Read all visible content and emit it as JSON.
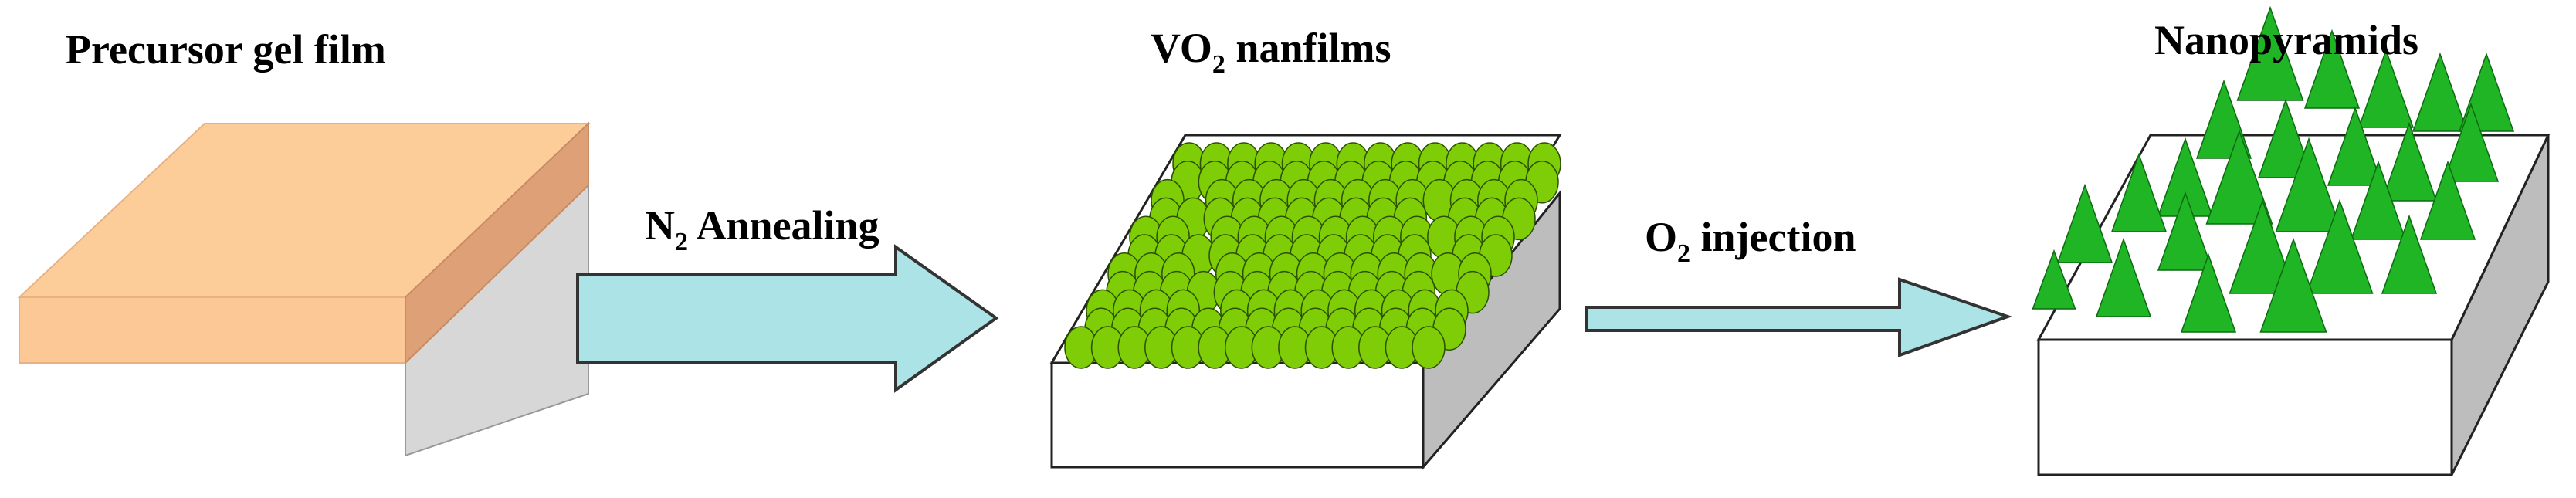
{
  "diagram": {
    "steps": [
      {
        "label": "Precursor gel film"
      },
      {
        "label_main": "VO",
        "label_sub": "2",
        "label_rest": " nanfilms"
      },
      {
        "label": "Nanopyramids"
      }
    ],
    "arrows": [
      {
        "label_main": "N",
        "label_sub": "2",
        "label_rest": " Annealing"
      },
      {
        "label_main": "O",
        "label_sub": "2",
        "label_rest": " injection"
      }
    ]
  },
  "colors": {
    "gel_top": "#FCC996",
    "gel_side": "#DDA077",
    "substrate_side": "#D7D7D7",
    "arrow_fill": "#ACE3E6",
    "nanoparticle": "#7ECD06",
    "pyramid": "#1FB524",
    "box_top": "#FFFFFF",
    "box_right": "#BDBDBD",
    "outline": "#222222"
  }
}
